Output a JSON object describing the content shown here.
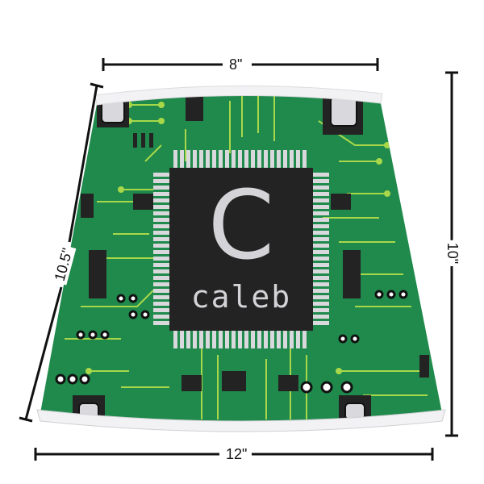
{
  "product": {
    "type": "empire-lamp-shade",
    "pattern": "circuit-board",
    "colors": {
      "board_green": "#1f8a4c",
      "trace_lime": "#a8d84a",
      "chip_black": "#232323",
      "pad_light": "#d9d9dd",
      "trim_white": "#f2f2f4",
      "dimension_line": "#111111"
    }
  },
  "monogram": {
    "initial": "C",
    "name": "caleb"
  },
  "dimensions": {
    "top_width": "8\"",
    "bottom_width": "12\"",
    "slant_height": "10.5\"",
    "height": "10\""
  }
}
